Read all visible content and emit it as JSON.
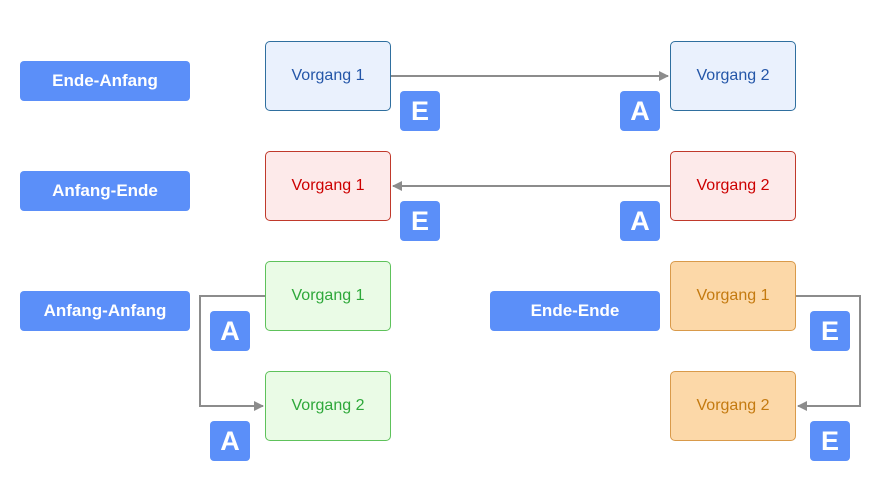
{
  "relations": {
    "end_start": {
      "label": "Ende-Anfang",
      "task1": "Vorgang 1",
      "task2": "Vorgang 2",
      "badge1": "E",
      "badge2": "A"
    },
    "start_end": {
      "label": "Anfang-Ende",
      "task1": "Vorgang 1",
      "task2": "Vorgang 2",
      "badge1": "E",
      "badge2": "A"
    },
    "start_start": {
      "label": "Anfang-Anfang",
      "task1": "Vorgang 1",
      "task2": "Vorgang 2",
      "badge1": "A",
      "badge2": "A"
    },
    "end_end": {
      "label": "Ende-Ende",
      "task1": "Vorgang 1",
      "task2": "Vorgang 2",
      "badge1": "E",
      "badge2": "E"
    }
  },
  "colors": {
    "label_bg": "#5b8ff9",
    "connector": "#8c8c8c",
    "blue_text": "#2456a8",
    "red_text": "#cc0000",
    "green_text": "#2ea83a",
    "orange_text": "#c47a10"
  }
}
